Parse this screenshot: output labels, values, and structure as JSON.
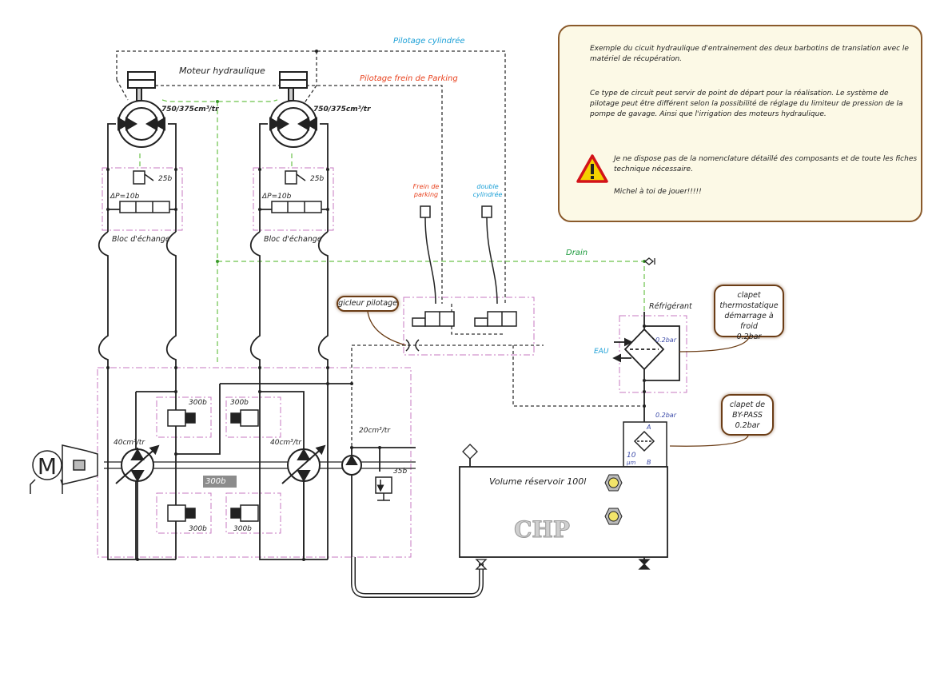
{
  "note": {
    "paragraph1": "Exemple du cicuit hydraulique d'entrainement des deux barbotins de translation avec le matériel de récupération.",
    "paragraph2": "Ce type de circuit peut servir de point de départ pour la réalisation. Le système de pilotage peut être différent selon la possibilité  de réglage du limiteur de pression de la pompe de gavage. Ainsi que l'irrigation des moteurs hydraulique.",
    "warning_text": "Je ne dispose pas de la nomenclature détaillé des composants et de toute les fiches technique nécessaire.",
    "closing": "Michel à toi de jouer!!!!!",
    "warning_icon": "warning-triangle-icon"
  },
  "labels": {
    "pilotage_cylindree": "Pilotage cylindrée",
    "pilotage_frein": "Pilotage frein de Parking",
    "moteur_hydraulique": "Moteur hydraulique",
    "motor_left_displacement": "750/375cm³/tr",
    "motor_right_displacement": "750/375cm³/tr",
    "relief_left": "25b",
    "relief_right": "25b",
    "dp_left": "ΔP=10b",
    "dp_right": "ΔP=10b",
    "bloc_left": "Bloc d'échange",
    "bloc_right": "Bloc d'échange",
    "frein_parking_line1": "Frein de",
    "frein_parking_line2": "parking",
    "double_cyl_line1": "double",
    "double_cyl_line2": "cylindrée",
    "drain": "Drain",
    "refrigerant": "Réfrigérant",
    "eau": "EAU",
    "cooler_pressure": "0.2bar",
    "filter_pressure": "0.2bar",
    "filter_port_a": "A",
    "filter_port_b": "B",
    "filter_mesh_value": "10",
    "filter_mesh_unit": "µm",
    "pump_left_displacement": "40cm³/tr",
    "pump_right_displacement": "40cm³/tr",
    "charge_pump_displacement": "20cm³/tr",
    "charge_relief": "35b",
    "relief_tl": "300b",
    "relief_tr": "300b",
    "relief_bl": "300b",
    "relief_br": "300b",
    "motor_letter": "M",
    "reservoir": "Volume réservoir 100l",
    "logo": "CHP"
  },
  "callouts": {
    "gicleur": "gicleur pilotage",
    "thermo": [
      "clapet",
      "thermostatique",
      "démarrage à froid",
      "0.2bar"
    ],
    "bypass": [
      "clapet de",
      "BY-PASS",
      "0.2bar"
    ],
    "tag_300b": "300b"
  },
  "colors": {
    "pilot_cyl": "#1a9fd6",
    "pilot_brake": "#e8401c",
    "drain": "#1c9a3c",
    "drain_line": "#6cc24a",
    "boundary": "#c77ac0",
    "callout_border": "#6b3d16",
    "note_bg": "#fcf9e6",
    "pressure_blue": "#3b4aa8"
  }
}
